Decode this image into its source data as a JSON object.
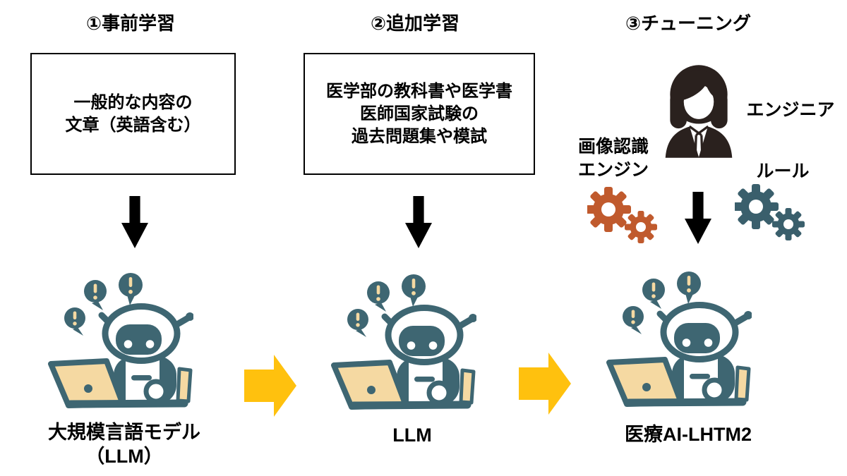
{
  "stages": [
    {
      "heading": "①事前学習",
      "box_lines": [
        "一般的な内容の",
        "文章（英語含む）"
      ],
      "result_label_lines": [
        "大規模言語モデル",
        "（LLM）"
      ]
    },
    {
      "heading": "②追加学習",
      "box_lines": [
        "医学部の教科書や医学書",
        "医師国家試験の",
        "過去問題集や模試"
      ],
      "result_label_lines": [
        "LLM"
      ]
    },
    {
      "heading": "③チューニング",
      "engineer_label": "エンジニア",
      "image_engine_label_lines": [
        "画像認識",
        "エンジン"
      ],
      "rule_label": "ルール",
      "result_label_lines": [
        "医療AI-LHTM2"
      ]
    }
  ],
  "icons": {
    "robot": "robot-at-laptop-icon",
    "engineer": "engineer-woman-icon",
    "gears_left": "gears-icon-orange",
    "gears_right": "gears-icon-teal",
    "down_arrow": "down-arrow-icon",
    "right_arrow": "right-arrow-icon"
  },
  "colors": {
    "robot_teal": "#3E6672",
    "cream": "#F5D9A2",
    "gear_orange": "#C05A2D",
    "gear_teal": "#3A5F6C",
    "arrow_yellow": "#FFC10E",
    "engineer_dark": "#2A211E",
    "text_black": "#000000",
    "background": "#FFFFFF"
  }
}
